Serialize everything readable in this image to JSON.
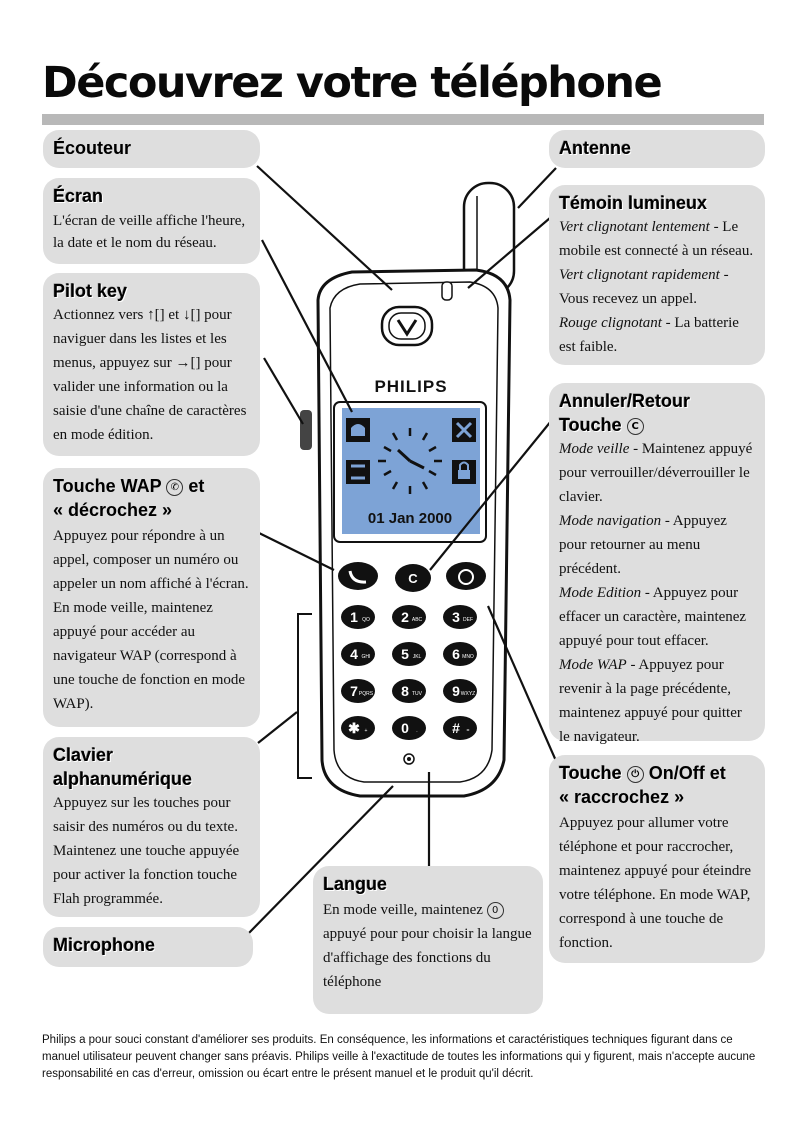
{
  "title": "Découvrez votre téléphone",
  "phone": {
    "brand": "PHILIPS",
    "date": "01 Jan 2000",
    "keys": [
      {
        "main": "1",
        "sub": "QO"
      },
      {
        "main": "2",
        "sub": "ABC"
      },
      {
        "main": "3",
        "sub": "DEF"
      },
      {
        "main": "4",
        "sub": "GHI"
      },
      {
        "main": "5",
        "sub": "JKL"
      },
      {
        "main": "6",
        "sub": "MNO"
      },
      {
        "main": "7",
        "sub": "PQRS"
      },
      {
        "main": "8",
        "sub": "TUV"
      },
      {
        "main": "9",
        "sub": "WXYZ"
      },
      {
        "main": "✱",
        "sub": "+"
      },
      {
        "main": "0",
        "sub": "."
      },
      {
        "main": "#",
        "sub": "="
      }
    ]
  },
  "boxes": {
    "ecouteur": {
      "title": "Écouteur"
    },
    "ecran": {
      "title": "Écran",
      "text": "L'écran de veille affiche l'heure, la date et le nom du réseau."
    },
    "pilot": {
      "title": "Pilot key",
      "text_a": "Actionnez vers ↑[] et ↓[] pour naviguer dans les listes et les menus, appuyez sur →[] pour valider une information ou la saisie d'une chaîne de caractères en mode édition."
    },
    "wap": {
      "title_a": "Touche WAP",
      "title_b": "et",
      "title_c": "« décrochez »",
      "text": "Appuyez pour répondre à un appel, composer un numéro ou appeler un nom affiché à l'écran. En mode veille, maintenez appuyé pour accéder au navigateur WAP (correspond à une touche de fonction en mode WAP)."
    },
    "clavier": {
      "title": "Clavier alphanumérique",
      "text": "Appuyez sur les touches pour saisir des numéros ou du texte. Maintenez une touche appuyée pour activer la fonction touche Flah programmée."
    },
    "microphone": {
      "title": "Microphone"
    },
    "langue": {
      "title": "Langue",
      "text_a": "En mode veille, maintenez",
      "text_b": "appuyé pour pour choisir la langue d'affichage des fonctions du téléphone"
    },
    "antenne": {
      "title": "Antenne"
    },
    "temoin": {
      "title": "Témoin lumineux",
      "l1_i": "Vert clignotant lentement",
      "l1": " - Le mobile est connecté à un réseau.",
      "l2_i": "Vert clignotant rapidement",
      "l2": " - Vous recevez un appel.",
      "l3_i": "Rouge clignotant",
      "l3": " - La batterie est faible."
    },
    "annuler": {
      "title_a": "Annuler/Retour",
      "title_b": "Touche",
      "m1_i": "Mode veille",
      "m1": " - Maintenez appuyé pour verrouiller/déverrouiller le clavier.",
      "m2_i": "Mode navigation",
      "m2": " - Appuyez pour retourner au menu précédent.",
      "m3_i": "Mode Edition",
      "m3": " - Appuyez pour effacer un caractère, maintenez appuyé pour tout effacer.",
      "m4_i": "Mode WAP",
      "m4": " - Appuyez pour revenir à la page précédente, maintenez appuyé pour quitter le navigateur."
    },
    "onoff": {
      "title_a": "Touche",
      "title_b": "On/Off et",
      "title_c": "« raccrochez »",
      "text": "Appuyez pour allumer votre téléphone et pour raccrocher, maintenez appuyé pour éteindre votre téléphone. En mode WAP, correspond à une touche de fonction."
    }
  },
  "icons": {
    "c_key": "C",
    "zero_key": "0"
  },
  "footer": "Philips a pour souci constant d'améliorer ses produits. En conséquence, les informations et caractéristiques techniques figurant dans ce manuel utilisateur peuvent changer sans préavis. Philips veille à l'exactitude de toutes les informations qui y figurent, mais n'accepte aucune responsabilité en cas d'erreur, omission ou écart entre le présent manuel et le produit qu'il décrit."
}
